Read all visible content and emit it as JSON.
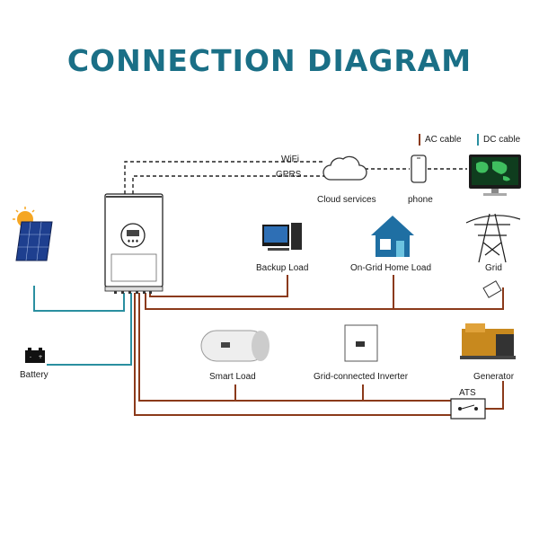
{
  "title": "CONNECTION DIAGRAM",
  "legend": {
    "ac": {
      "label": "AC cable",
      "color": "#8b3a1a"
    },
    "dc": {
      "label": "DC cable",
      "color": "#2a8fa0"
    }
  },
  "comm": {
    "wifi": "WiFi",
    "gprs": "GPRS"
  },
  "nodes": {
    "cloud": "Cloud services",
    "phone": "phone",
    "backup_load": "Backup Load",
    "home_load": "On-Grid Home Load",
    "grid": "Grid",
    "battery": "Battery",
    "smart_load": "Smart Load",
    "grid_inverter": "Grid-connected Inverter",
    "generator": "Generator",
    "ats": "ATS"
  },
  "colors": {
    "title": "#1a6f86",
    "ac": "#8b3a1a",
    "dc": "#2a8fa0",
    "comm": "#222222"
  }
}
